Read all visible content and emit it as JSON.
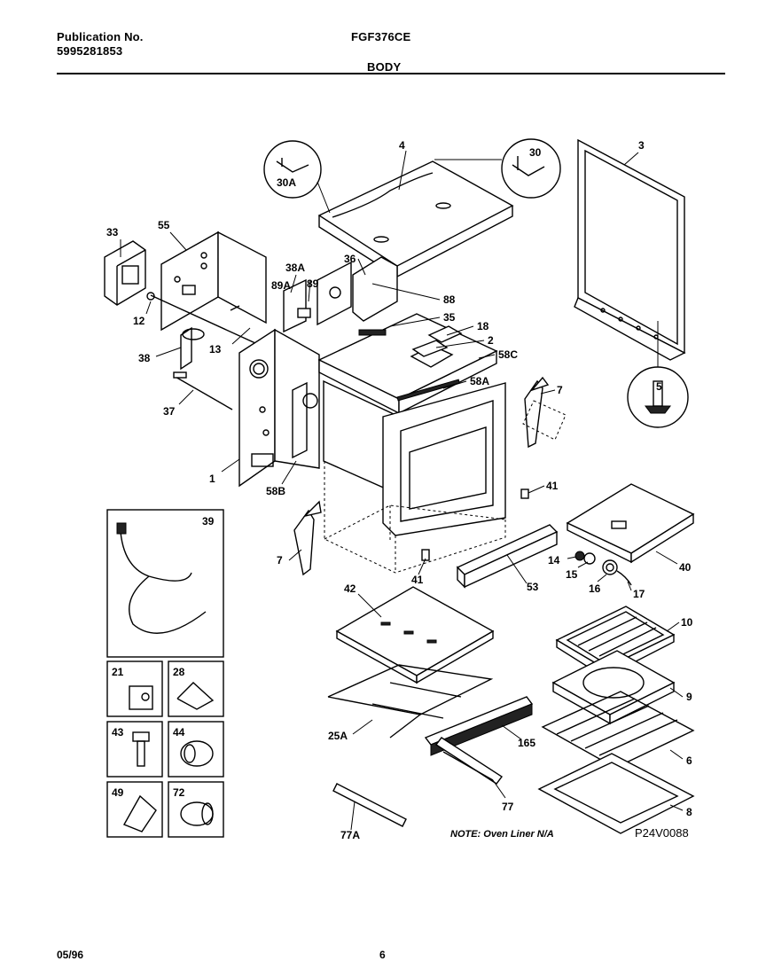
{
  "header": {
    "publication_label": "Publication No.",
    "publication_number": "5995281853",
    "model": "FGF376CE",
    "section": "BODY"
  },
  "callouts": {
    "c1": "1",
    "c2": "2",
    "c3": "3",
    "c4": "4",
    "c5": "5",
    "c6": "6",
    "c7a": "7",
    "c7b": "7",
    "c8": "8",
    "c9": "9",
    "c10": "10",
    "c12": "12",
    "c13": "13",
    "c14": "14",
    "c15": "15",
    "c16": "16",
    "c17": "17",
    "c18": "18",
    "c25a": "25A",
    "c30": "30",
    "c30a": "30A",
    "c33": "33",
    "c35": "35",
    "c36": "36",
    "c37": "37",
    "c38": "38",
    "c38a": "38A",
    "c40": "40",
    "c41a": "41",
    "c41b": "41",
    "c42": "42",
    "c53": "53",
    "c55": "55",
    "c58a": "58A",
    "c58b": "58B",
    "c58c": "58C",
    "c77": "77",
    "c77a": "77A",
    "c88": "88",
    "c89": "89",
    "c89a": "89A",
    "c165": "165"
  },
  "inset_boxes": {
    "b39": "39",
    "b21": "21",
    "b28": "28",
    "b43": "43",
    "b44": "44",
    "b49": "49",
    "b72": "72"
  },
  "note": "NOTE: Oven Liner N/A",
  "drawing_code": "P24V0088",
  "footer": {
    "date": "05/96",
    "page": "6"
  }
}
